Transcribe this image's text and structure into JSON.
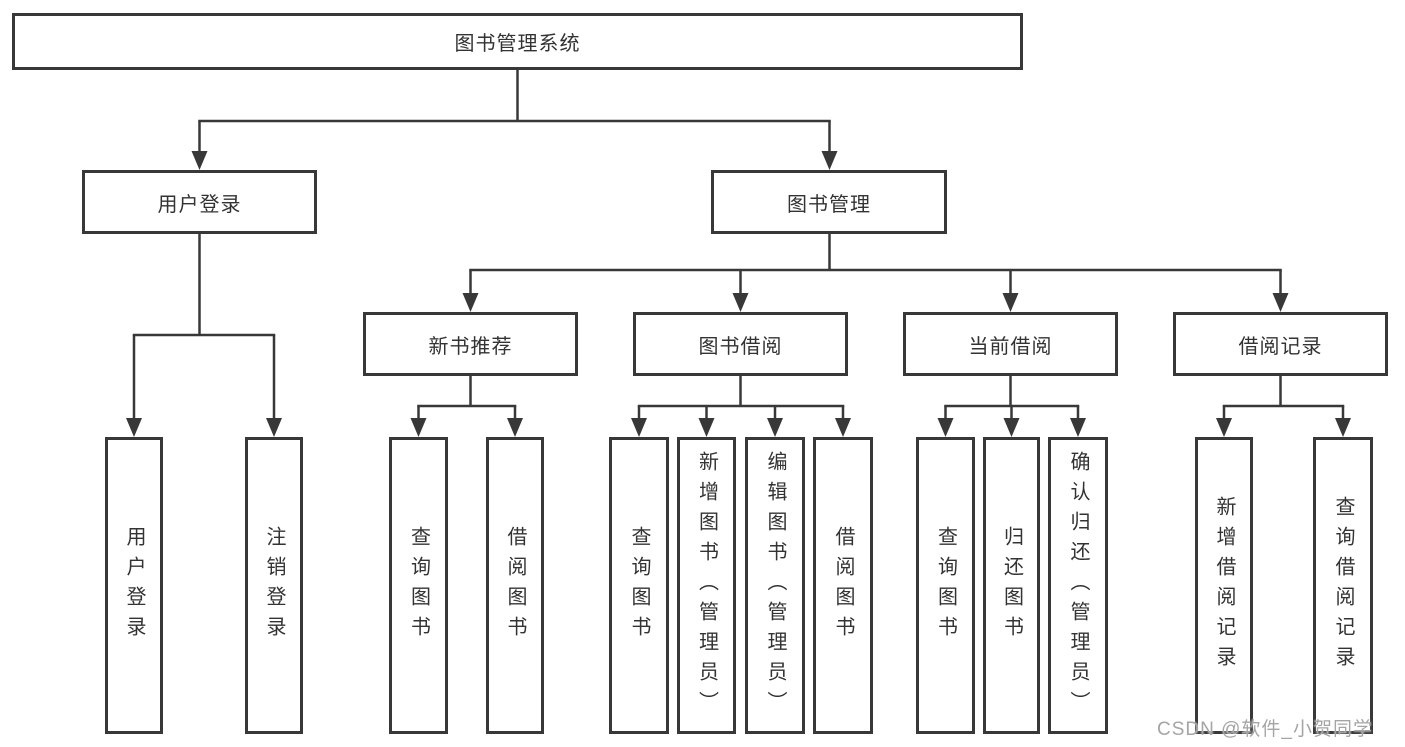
{
  "diagram_title": "图书管理系统",
  "watermark": {
    "text": "CSDN @软件_小贺同学"
  },
  "tree": {
    "label": "图书管理系统",
    "children": [
      {
        "label": "用户登录",
        "children": [
          {
            "label": "用户登录"
          },
          {
            "label": "注销登录"
          }
        ]
      },
      {
        "label": "图书管理",
        "children": [
          {
            "label": "新书推荐",
            "children": [
              {
                "label": "查询图书"
              },
              {
                "label": "借阅图书"
              }
            ]
          },
          {
            "label": "图书借阅",
            "children": [
              {
                "label": "查询图书"
              },
              {
                "label": "新增图书（管理员）"
              },
              {
                "label": "编辑图书（管理员）"
              },
              {
                "label": "借阅图书"
              }
            ]
          },
          {
            "label": "当前借阅",
            "children": [
              {
                "label": "查询图书"
              },
              {
                "label": "归还图书"
              },
              {
                "label": "确认归还（管理员）"
              }
            ]
          },
          {
            "label": "借阅记录",
            "children": [
              {
                "label": "新增借阅记录"
              },
              {
                "label": "查询借阅记录"
              }
            ]
          }
        ]
      }
    ]
  }
}
